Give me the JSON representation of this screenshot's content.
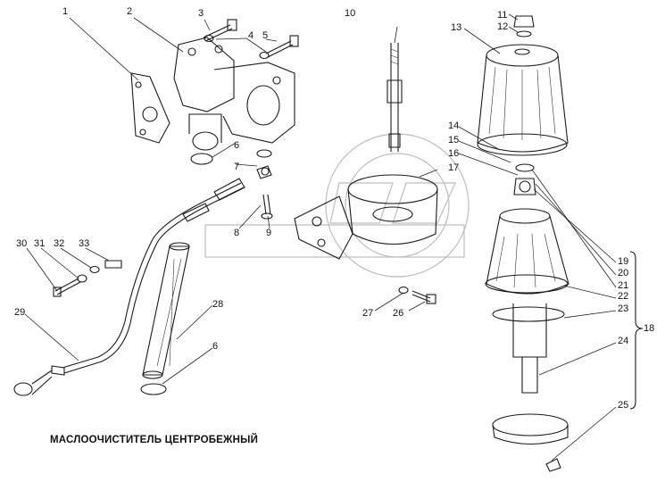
{
  "title": "МАСЛООЧИСТИТЕЛЬ ЦЕНТРОБЕЖНЫЙ",
  "part_numbers": {
    "n1": "1",
    "n2": "2",
    "n3": "3",
    "n4": "4",
    "n5": "5",
    "n6a": "6",
    "n6b": "6",
    "n7": "7",
    "n8": "8",
    "n9": "9",
    "n10": "10",
    "n11": "11",
    "n12": "12",
    "n13": "13",
    "n14": "14",
    "n15": "15",
    "n16": "16",
    "n17": "17",
    "n18": "18",
    "n19": "19",
    "n20": "20",
    "n21": "21",
    "n22": "22",
    "n23": "23",
    "n24": "24",
    "n25": "25",
    "n26": "26",
    "n27": "27",
    "n28": "28",
    "n29": "29",
    "n30": "30",
    "n31": "31",
    "n32": "32",
    "n33": "33"
  }
}
